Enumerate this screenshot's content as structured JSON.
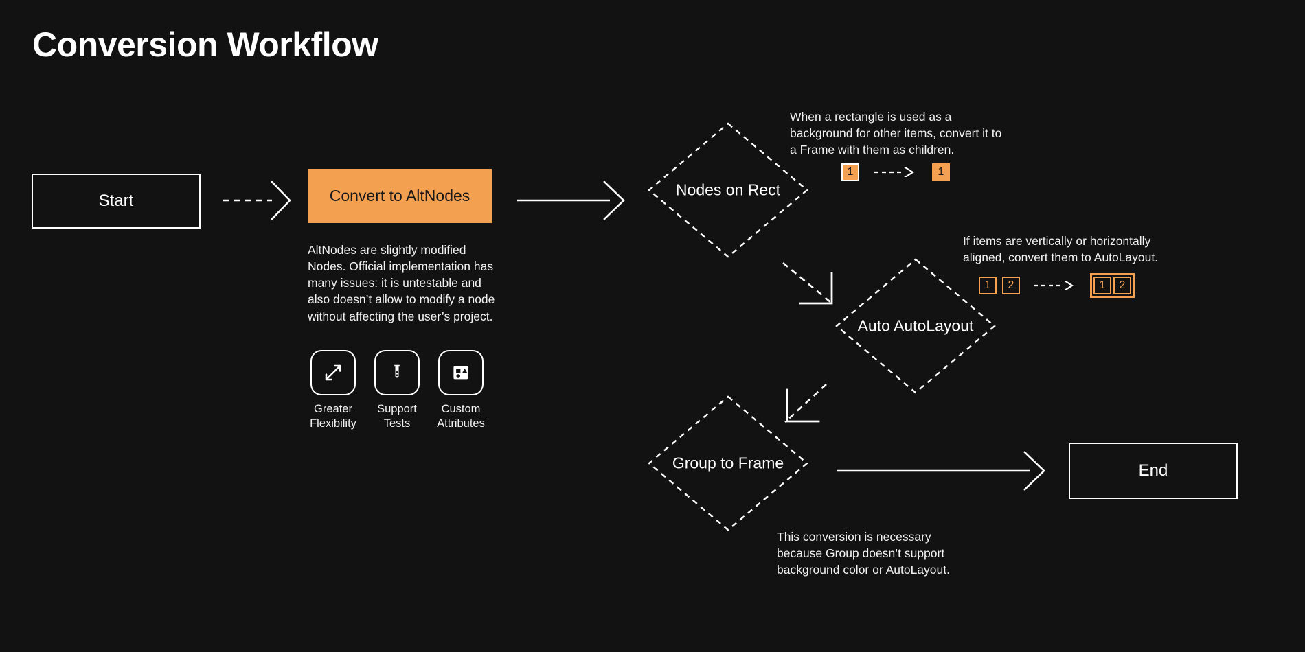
{
  "page": {
    "title": "Conversion Workflow",
    "background_color": "#121212",
    "accent_color": "#f4a051",
    "text_color": "#ffffff"
  },
  "nodes": {
    "start": {
      "label": "Start",
      "shape": "rectangle",
      "border_color": "#ffffff"
    },
    "convert": {
      "label": "Convert to AltNodes",
      "shape": "rectangle",
      "fill_color": "#f4a051",
      "text_color": "#1a1a1a"
    },
    "nodes_on_rect": {
      "label": "Nodes on Rect",
      "shape": "diamond",
      "border_style": "dashed"
    },
    "auto_autolayout": {
      "label": "Auto AutoLayout",
      "shape": "diamond",
      "border_style": "dashed"
    },
    "group_to_frame": {
      "label": "Group to Frame",
      "shape": "diamond",
      "border_style": "dashed"
    },
    "end": {
      "label": "End",
      "shape": "rectangle",
      "border_color": "#ffffff"
    }
  },
  "convert_description": "AltNodes are slightly modified Nodes. Official implementation has many issues: it is untestable and also doesn’t allow to modify a node without affecting the user’s project.",
  "features": [
    {
      "icon": "expand-arrows-icon",
      "label": "Greater\nFlexibility"
    },
    {
      "icon": "test-tube-icon",
      "label": "Support\nTests"
    },
    {
      "icon": "shapes-in-frame-icon",
      "label": "Custom\nAttributes"
    }
  ],
  "annotations": {
    "nodes_on_rect": "When a rectangle is used as a background for other items, convert it to a Frame with them as children.",
    "auto_autolayout": "If items are vertically or horizontally aligned, convert them to AutoLayout.",
    "group_to_frame": "This conversion is necessary because Group doesn’t support background color or AutoLayout."
  },
  "badges": {
    "nodes_on_rect": {
      "before": [
        {
          "value": "1",
          "style": "filled-white-border"
        }
      ],
      "after": [
        {
          "value": "1",
          "style": "filled-orange-border"
        }
      ],
      "grouped_after": false
    },
    "auto_autolayout": {
      "before": [
        {
          "value": "1",
          "style": "outline"
        },
        {
          "value": "2",
          "style": "outline"
        }
      ],
      "after": [
        {
          "value": "1",
          "style": "outline"
        },
        {
          "value": "2",
          "style": "outline"
        }
      ],
      "grouped_after": true
    }
  },
  "connectors": [
    {
      "from": "start",
      "to": "convert",
      "style": "dashed"
    },
    {
      "from": "convert",
      "to": "nodes_on_rect",
      "style": "solid"
    },
    {
      "from": "nodes_on_rect",
      "to": "auto_autolayout",
      "style": "dashed-elbow"
    },
    {
      "from": "auto_autolayout",
      "to": "group_to_frame",
      "style": "dashed-elbow"
    },
    {
      "from": "group_to_frame",
      "to": "end",
      "style": "solid"
    }
  ]
}
